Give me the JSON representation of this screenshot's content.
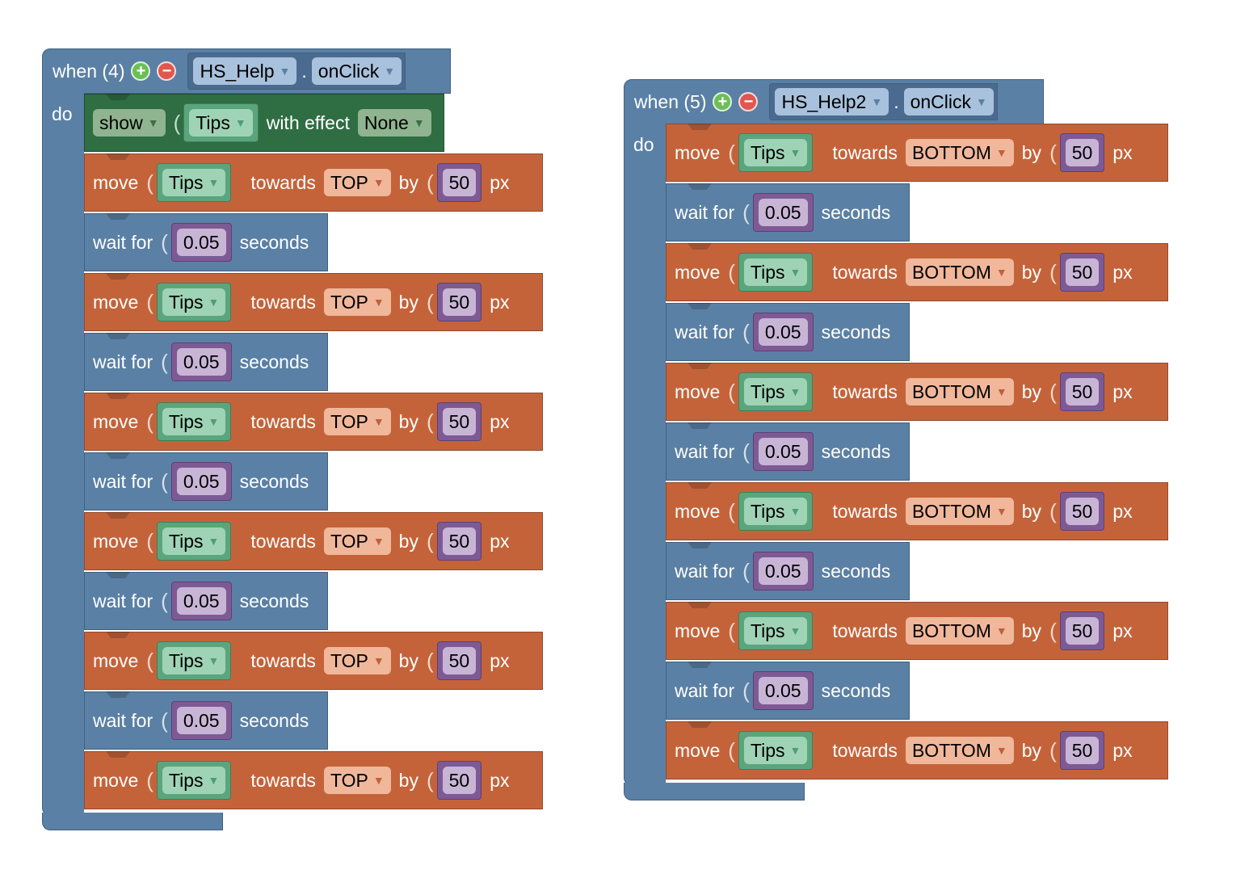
{
  "events": [
    {
      "when_label": "when (4)",
      "do_label": "do",
      "component": "HS_Help",
      "dot": ".",
      "event_name": "onClick",
      "show_block": {
        "action": "show",
        "target": "Tips",
        "with_effect": "with effect",
        "effect": "None"
      },
      "steps": [
        {
          "type": "move",
          "label": "move",
          "target": "Tips",
          "towards": "towards",
          "direction": "TOP",
          "by": "by",
          "amount": "50",
          "unit": "px"
        },
        {
          "type": "wait",
          "label": "wait for",
          "value": "0.05",
          "unit": "seconds"
        },
        {
          "type": "move",
          "label": "move",
          "target": "Tips",
          "towards": "towards",
          "direction": "TOP",
          "by": "by",
          "amount": "50",
          "unit": "px"
        },
        {
          "type": "wait",
          "label": "wait for",
          "value": "0.05",
          "unit": "seconds"
        },
        {
          "type": "move",
          "label": "move",
          "target": "Tips",
          "towards": "towards",
          "direction": "TOP",
          "by": "by",
          "amount": "50",
          "unit": "px"
        },
        {
          "type": "wait",
          "label": "wait for",
          "value": "0.05",
          "unit": "seconds"
        },
        {
          "type": "move",
          "label": "move",
          "target": "Tips",
          "towards": "towards",
          "direction": "TOP",
          "by": "by",
          "amount": "50",
          "unit": "px"
        },
        {
          "type": "wait",
          "label": "wait for",
          "value": "0.05",
          "unit": "seconds"
        },
        {
          "type": "move",
          "label": "move",
          "target": "Tips",
          "towards": "towards",
          "direction": "TOP",
          "by": "by",
          "amount": "50",
          "unit": "px"
        },
        {
          "type": "wait",
          "label": "wait for",
          "value": "0.05",
          "unit": "seconds"
        },
        {
          "type": "move",
          "label": "move",
          "target": "Tips",
          "towards": "towards",
          "direction": "TOP",
          "by": "by",
          "amount": "50",
          "unit": "px"
        }
      ]
    },
    {
      "when_label": "when (5)",
      "do_label": "do",
      "component": "HS_Help2",
      "dot": ".",
      "event_name": "onClick",
      "steps": [
        {
          "type": "move",
          "label": "move",
          "target": "Tips",
          "towards": "towards",
          "direction": "BOTTOM",
          "by": "by",
          "amount": "50",
          "unit": "px"
        },
        {
          "type": "wait",
          "label": "wait for",
          "value": "0.05",
          "unit": "seconds"
        },
        {
          "type": "move",
          "label": "move",
          "target": "Tips",
          "towards": "towards",
          "direction": "BOTTOM",
          "by": "by",
          "amount": "50",
          "unit": "px"
        },
        {
          "type": "wait",
          "label": "wait for",
          "value": "0.05",
          "unit": "seconds"
        },
        {
          "type": "move",
          "label": "move",
          "target": "Tips",
          "towards": "towards",
          "direction": "BOTTOM",
          "by": "by",
          "amount": "50",
          "unit": "px"
        },
        {
          "type": "wait",
          "label": "wait for",
          "value": "0.05",
          "unit": "seconds"
        },
        {
          "type": "move",
          "label": "move",
          "target": "Tips",
          "towards": "towards",
          "direction": "BOTTOM",
          "by": "by",
          "amount": "50",
          "unit": "px"
        },
        {
          "type": "wait",
          "label": "wait for",
          "value": "0.05",
          "unit": "seconds"
        },
        {
          "type": "move",
          "label": "move",
          "target": "Tips",
          "towards": "towards",
          "direction": "BOTTOM",
          "by": "by",
          "amount": "50",
          "unit": "px"
        },
        {
          "type": "wait",
          "label": "wait for",
          "value": "0.05",
          "unit": "seconds"
        },
        {
          "type": "move",
          "label": "move",
          "target": "Tips",
          "towards": "towards",
          "direction": "BOTTOM",
          "by": "by",
          "amount": "50",
          "unit": "px"
        }
      ]
    }
  ],
  "icons": {
    "add": "plus-circle-icon",
    "remove": "minus-circle-icon",
    "dropdown": "chevron-down-icon"
  },
  "colors": {
    "event": "#5b80a5",
    "move": "#c4633a",
    "show": "#2f6d43",
    "tips_socket": "#5ba57d",
    "number_socket": "#7e5a95"
  }
}
